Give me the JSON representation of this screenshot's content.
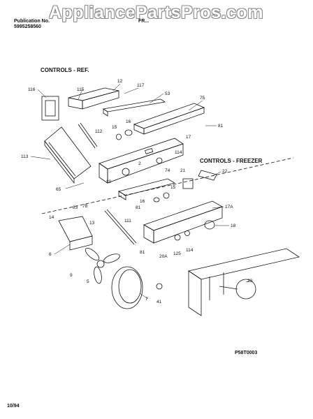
{
  "header": {
    "publication_label": "Publication No.",
    "publication_number": "5995258560",
    "model_partial": "FR...",
    "watermark": "AppliancePartsPros.com"
  },
  "sections": {
    "refrigerator": "CONTROLS - REF.",
    "freezer": "CONTROLS - FREEZER"
  },
  "part_numbers": [
    "116",
    "115",
    "12",
    "117",
    "53",
    "75",
    "16",
    "15",
    "112",
    "81",
    "17",
    "113",
    "114",
    "2",
    "20",
    "65",
    "74",
    "21",
    "22",
    "15",
    "16",
    "81",
    "17A",
    "83",
    "78",
    "14",
    "13",
    "111",
    "18",
    "6",
    "125",
    "114",
    "20A",
    "81",
    "9",
    "5",
    "23",
    "7",
    "41"
  ],
  "footer": {
    "drawing_code": "P58T0003",
    "date": "10/94"
  }
}
